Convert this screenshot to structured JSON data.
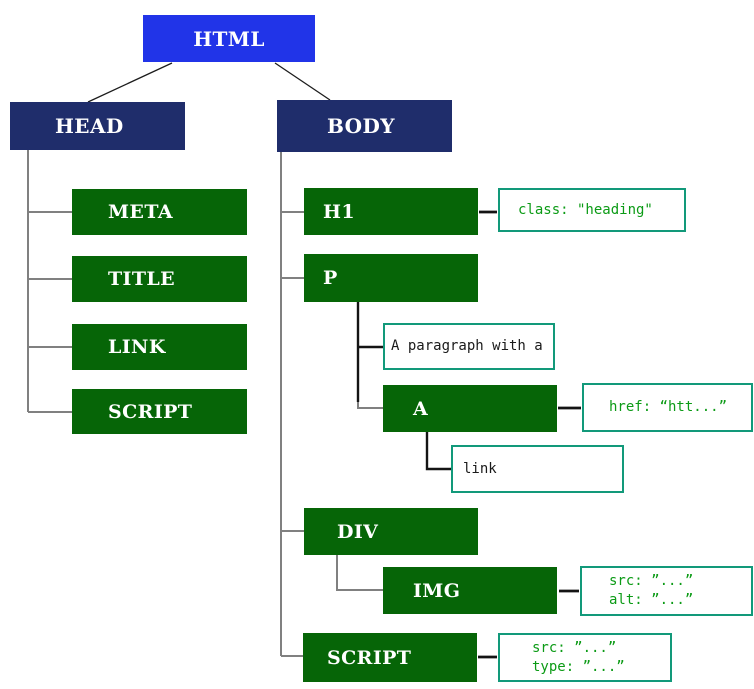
{
  "nodes": {
    "html": "HTML",
    "head": "HEAD",
    "body": "BODY",
    "meta": "META",
    "title": "TITLE",
    "link": "LINK",
    "head_script": "SCRIPT",
    "h1": "H1",
    "p": "P",
    "a": "A",
    "div": "DIV",
    "img": "IMG",
    "body_script": "SCRIPT"
  },
  "text_nodes": {
    "paragraph": "A paragraph with a",
    "link_text": "link"
  },
  "annotations": {
    "h1_class": "class: \"heading\"",
    "a_href": "href: “htt...”",
    "img_src": "src: ”...”",
    "img_alt": "alt: ”...”",
    "script_src": "src: ”...”",
    "script_type": "type: ”...”"
  },
  "colors": {
    "root_fill": "#2134e8",
    "section_fill": "#1f2d6b",
    "element_fill": "#066507",
    "annotation_border": "#12997a",
    "annotation_text": "#0c9b16",
    "tree_line": "#808080",
    "attr_line": "#141414"
  }
}
